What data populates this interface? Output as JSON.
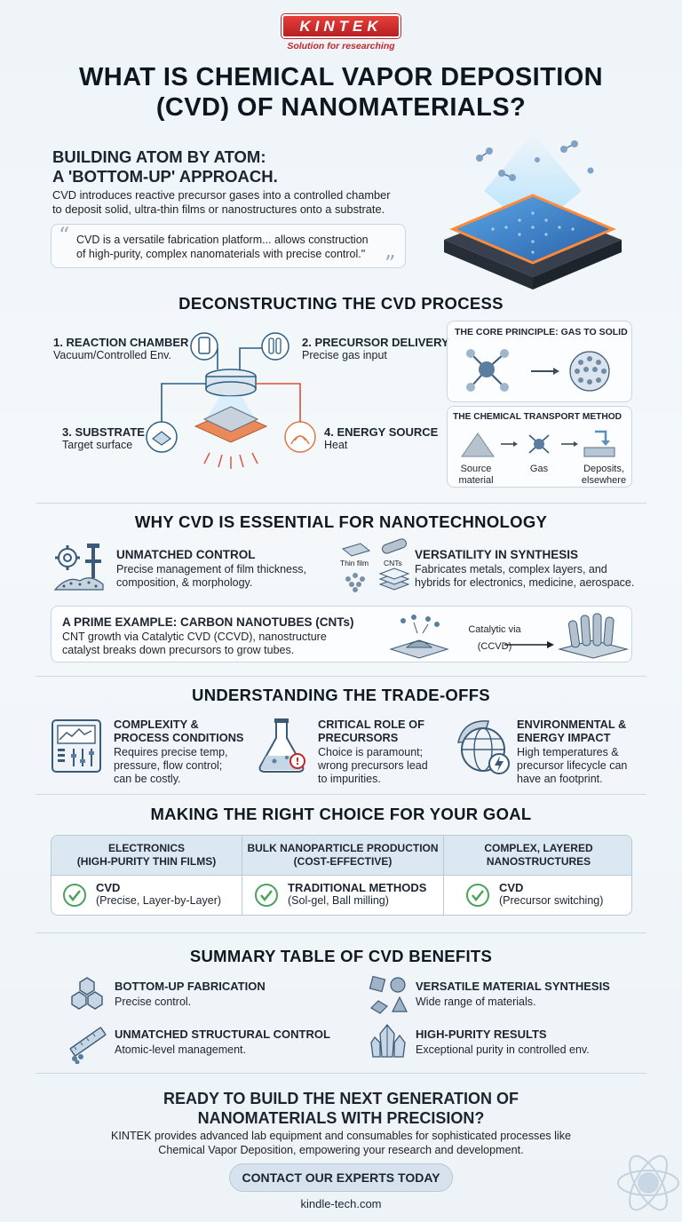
{
  "brand": {
    "logo_text": "KINTEK",
    "tagline": "Solution for researching",
    "website": "kindle-tech.com",
    "color_red": "#c0282a",
    "color_blue": "#2b5f86"
  },
  "title": {
    "line1": "WHAT IS CHEMICAL VAPOR DEPOSITION",
    "line2": "(CVD) OF NANOMATERIALS?"
  },
  "intro": {
    "heading_line1": "BUILDING ATOM BY ATOM:",
    "heading_line2": "A 'BOTTOM-UP' APPROACH.",
    "body_line1": "CVD introduces reactive precursor gases into a controlled chamber",
    "body_line2": "to deposit solid, ultra-thin films or nanostructures onto a substrate.",
    "quote_line1": "CVD is a versatile fabrication platform... allows construction",
    "quote_line2": "of high-purity, complex nanomaterials with precise control.\""
  },
  "process": {
    "heading": "DECONSTRUCTING THE CVD PROCESS",
    "steps": [
      {
        "title": "1. REACTION CHAMBER",
        "desc": "Vacuum/Controlled Env."
      },
      {
        "title": "2. PRECURSOR DELIVERY",
        "desc": "Precise gas input"
      },
      {
        "title": "3. SUBSTRATE",
        "desc": "Target surface"
      },
      {
        "title": "4. ENERGY SOURCE",
        "desc": "Heat"
      }
    ],
    "core_principle": "THE CORE PRINCIPLE: GAS TO SOLID",
    "transport": {
      "title": "THE CHEMICAL TRANSPORT METHOD",
      "source_line1": "Source",
      "source_line2": "material",
      "gas": "Gas",
      "deposit_line1": "Deposits,",
      "deposit_line2": "elsewhere"
    }
  },
  "why": {
    "heading": "WHY CVD IS ESSENTIAL FOR NANOTECHNOLOGY",
    "control": {
      "title": "UNMATCHED CONTROL",
      "line1": "Precise management of film thickness,",
      "line2": "composition, & morphology."
    },
    "versatility": {
      "title": "VERSATILITY IN SYNTHESIS",
      "line1": "Fabricates metals, complex layers, and",
      "line2": "hybrids for electronics, medicine, aerospace.",
      "icon_label_film": "Thin film",
      "icon_label_cnt": "CNTs"
    },
    "example": {
      "title": "A PRIME EXAMPLE: CARBON NANOTUBES (CNTs)",
      "line1": "CNT growth via Catalytic CVD (CCVD), nanostructure",
      "line2": "catalyst breaks down precursors to grow tubes.",
      "arrow_label1": "Catalytic via",
      "arrow_label2": "(CCVD)"
    }
  },
  "tradeoffs": {
    "heading": "UNDERSTANDING THE TRADE-OFFS",
    "items": [
      {
        "title1": "COMPLEXITY &",
        "title2": "PROCESS CONDITIONS",
        "l1": "Requires precise temp,",
        "l2": "pressure, flow control;",
        "l3": "can be costly."
      },
      {
        "title1": "CRITICAL ROLE OF",
        "title2": "PRECURSORS",
        "l1": "Choice is paramount;",
        "l2": "wrong precursors lead",
        "l3": "to impurities."
      },
      {
        "title1": "ENVIRONMENTAL &",
        "title2": "ENERGY IMPACT",
        "l1": "High temperatures &",
        "l2": "precursor lifecycle can",
        "l3": "have an footprint."
      }
    ]
  },
  "choice": {
    "heading": "MAKING THE RIGHT CHOICE FOR YOUR GOAL",
    "columns": [
      {
        "head1": "ELECTRONICS",
        "head2": "(HIGH-PURITY THIN FILMS)",
        "answer": "CVD",
        "detail": "(Precise, Layer-by-Layer)"
      },
      {
        "head1": "BULK NANOPARTICLE PRODUCTION",
        "head2": "(COST-EFFECTIVE)",
        "answer": "TRADITIONAL METHODS",
        "detail": "(Sol-gel, Ball milling)"
      },
      {
        "head1": "COMPLEX, LAYERED",
        "head2": "NANOSTRUCTURES",
        "answer": "CVD",
        "detail": "(Precursor switching)"
      }
    ],
    "check_color": "#4aa35a"
  },
  "summary": {
    "heading": "SUMMARY TABLE OF CVD BENEFITS",
    "items": [
      {
        "title": "BOTTOM-UP FABRICATION",
        "desc": "Precise control."
      },
      {
        "title": "VERSATILE MATERIAL SYNTHESIS",
        "desc": "Wide range of materials."
      },
      {
        "title": "UNMATCHED STRUCTURAL CONTROL",
        "desc": "Atomic-level management."
      },
      {
        "title": "HIGH-PURITY RESULTS",
        "desc": "Exceptional purity in controlled env."
      }
    ]
  },
  "cta": {
    "heading_line1": "READY TO BUILD THE NEXT GENERATION OF",
    "heading_line2": "NANOMATERIALS WITH PRECISION?",
    "body_line1": "KINTEK provides advanced lab equipment and consumables for sophisticated processes like",
    "body_line2": "Chemical Vapor Deposition, empowering your research and development.",
    "button": "CONTACT OUR EXPERTS TODAY"
  }
}
